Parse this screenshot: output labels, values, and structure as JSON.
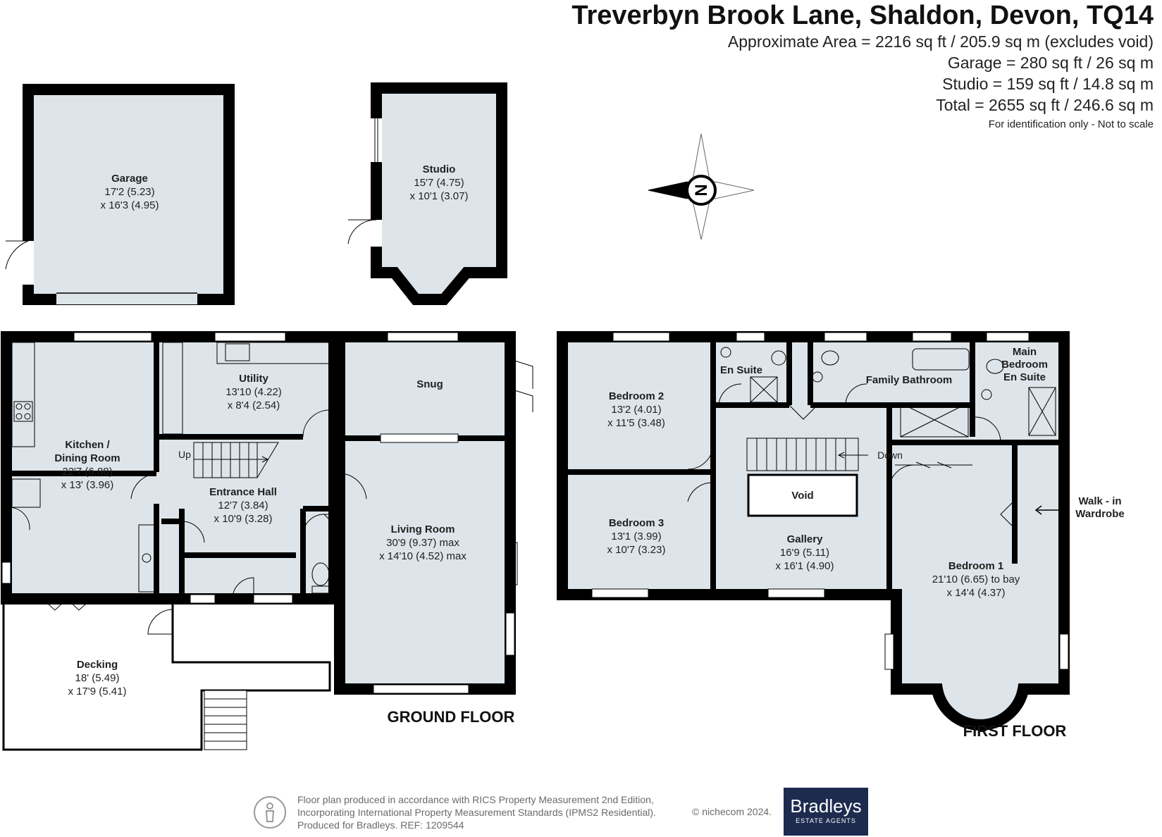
{
  "header": {
    "title": "Treverbyn Brook Lane, Shaldon, Devon, TQ14",
    "areas": [
      "Approximate Area = 2216 sq ft / 205.9 sq m (excludes void)",
      "Garage = 280 sq ft / 26 sq m",
      "Studio = 159 sq ft / 14.8 sq m",
      "Total = 2655 sq ft / 246.6 sq m"
    ],
    "disclaimer": "For identification only - Not to scale"
  },
  "compass": {
    "label": "N"
  },
  "colors": {
    "room_fill": "#dde5ea",
    "wall": "#000000"
  },
  "outbuildings": {
    "garage": {
      "name": "Garage",
      "dim1": "17'2 (5.23)",
      "dim2": "x 16'3 (4.95)"
    },
    "studio": {
      "name": "Studio",
      "dim1": "15'7 (4.75)",
      "dim2": "x 10'1 (3.07)"
    }
  },
  "ground_floor": {
    "label": "GROUND FLOOR",
    "kitchen": {
      "name1": "Kitchen /",
      "name2": "Dining Room",
      "dim1": "22'7 (6.88)",
      "dim2": "x 13' (3.96)"
    },
    "utility": {
      "name": "Utility",
      "dim1": "13'10 (4.22)",
      "dim2": "x 8'4 (2.54)"
    },
    "snug": {
      "name": "Snug"
    },
    "entrance_hall": {
      "name": "Entrance Hall",
      "dim1": "12'7 (3.84)",
      "dim2": "x 10'9 (3.28)"
    },
    "living_room": {
      "name": "Living Room",
      "dim1": "30'9 (9.37) max",
      "dim2": "x 14'10 (4.52) max"
    },
    "decking": {
      "name": "Decking",
      "dim1": "18' (5.49)",
      "dim2": "x 17'9 (5.41)"
    },
    "stairs_label": "Up"
  },
  "first_floor": {
    "label": "FIRST FLOOR",
    "bedroom2": {
      "name": "Bedroom 2",
      "dim1": "13'2 (4.01)",
      "dim2": "x 11'5 (3.48)"
    },
    "bedroom3": {
      "name": "Bedroom 3",
      "dim1": "13'1 (3.99)",
      "dim2": "x 10'7 (3.23)"
    },
    "en_suite": {
      "name": "En Suite"
    },
    "family_bathroom": {
      "name": "Family Bathroom"
    },
    "main_en_suite": {
      "line1": "Main",
      "line2": "Bedroom",
      "line3": "En Suite"
    },
    "walk_in": {
      "line1": "Walk - in",
      "line2": "Wardrobe"
    },
    "void": {
      "name": "Void"
    },
    "gallery": {
      "name": "Gallery",
      "dim1": "16'9 (5.11)",
      "dim2": "x 16'1 (4.90)"
    },
    "bedroom1": {
      "name": "Bedroom 1",
      "dim1": "21'10 (6.65) to bay",
      "dim2": "x 14'4 (4.37)"
    },
    "stairs_label": "Down"
  },
  "footer": {
    "line1": "Floor plan produced in accordance with RICS Property Measurement 2nd Edition,",
    "line2": "Incorporating International Property Measurement Standards (IPMS2 Residential).",
    "line3": "Produced for Bradleys.   REF:  1209544",
    "copyright": "© nichecom 2024.",
    "logo_main": "Bradleys",
    "logo_sub": "ESTATE AGENTS"
  }
}
